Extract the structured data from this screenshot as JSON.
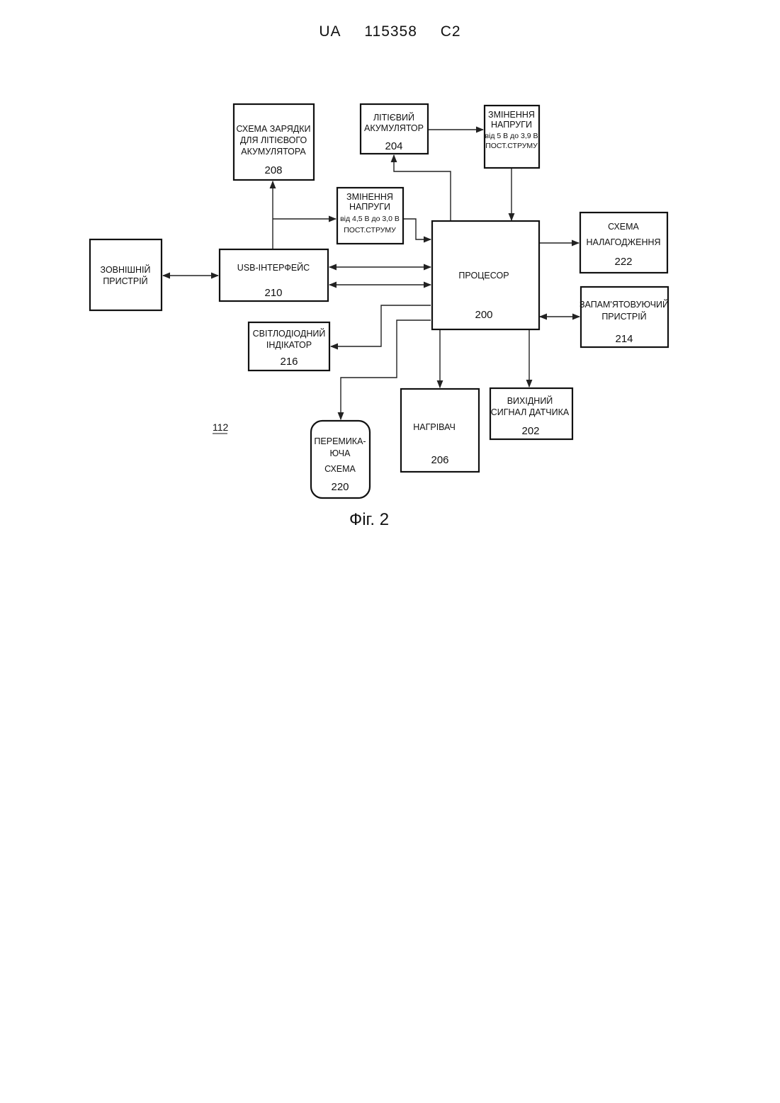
{
  "header": {
    "country": "UA",
    "number": "115358",
    "kind": "C2"
  },
  "figure_label": "Фіг. 2",
  "reference": "112",
  "blocks": {
    "charger": {
      "lines": [
        "СХЕМА ЗАРЯДКИ",
        "ДЛЯ  ЛІТІЄВОГО",
        "АКУМУЛЯТОРА"
      ],
      "number": "208"
    },
    "battery": {
      "lines": [
        "ЛІТІЄВИЙ",
        "АКУМУЛЯТОР"
      ],
      "number": "204"
    },
    "conv_top": {
      "lines": [
        "ЗМІНЕННЯ",
        "НАПРУГИ",
        "від 5 В до 3,9 В",
        "ПОСТ.СТРУМУ"
      ]
    },
    "conv_mid": {
      "lines": [
        "ЗМІНЕННЯ",
        "НАПРУГИ",
        "від  4,5 В до 3,0 В",
        "ПОСТ.СТРУМУ"
      ]
    },
    "external": {
      "lines": [
        "ЗОВНІШНІЙ",
        "ПРИСТРІЙ"
      ]
    },
    "usb": {
      "lines": [
        "USB-ІНТЕРФЕЙС"
      ],
      "number": "210"
    },
    "processor": {
      "lines": [
        "ПРОЦЕСОР"
      ],
      "number": "200"
    },
    "debug": {
      "lines": [
        "СХЕМА",
        "НАЛАГОДЖЕННЯ"
      ],
      "number": "222"
    },
    "memory": {
      "lines": [
        "ЗАПАМ'ЯТОВУЮЧИЙ",
        "ПРИСТРІЙ"
      ],
      "number": "214"
    },
    "led": {
      "lines": [
        "СВІТЛОДІОДНИЙ",
        "ІНДІКАТОР"
      ],
      "number": "216"
    },
    "switch": {
      "lines": [
        "ПЕРЕМИКА-",
        "ЮЧА",
        "СХЕМА"
      ],
      "number": "220"
    },
    "heater": {
      "lines": [
        "НАГРІВАЧ"
      ],
      "number": "206"
    },
    "sensor": {
      "lines": [
        "ВИХІДНИЙ",
        "СИГНАЛ ДАТЧИКА"
      ],
      "number": "202"
    }
  }
}
